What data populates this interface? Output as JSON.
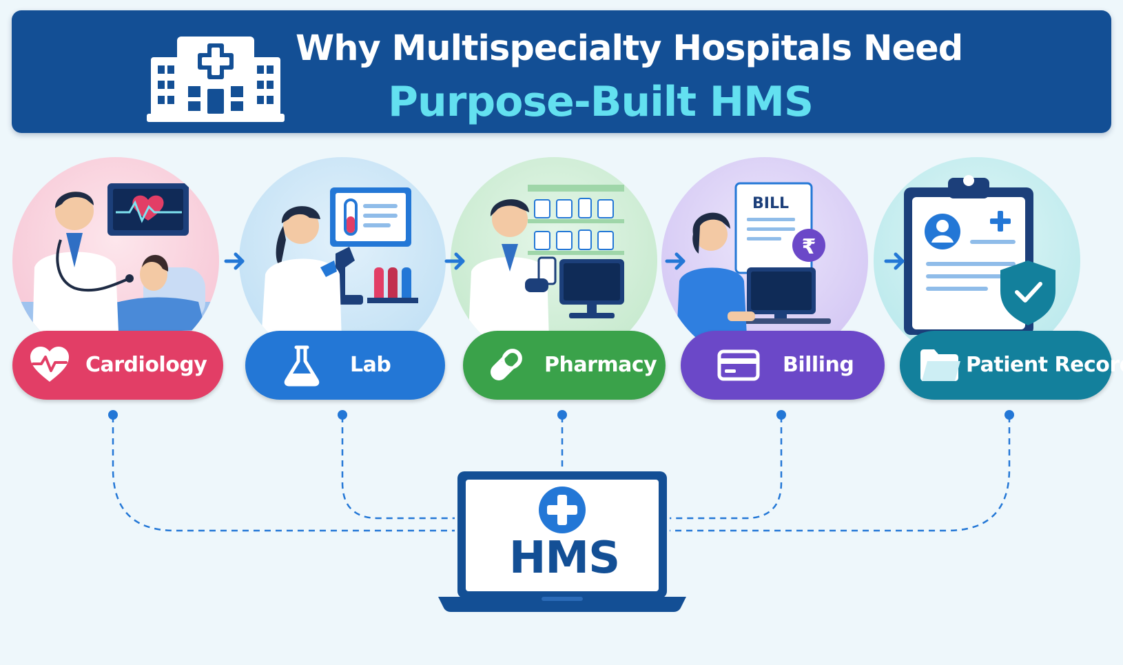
{
  "banner": {
    "title_line1": "Why Multispecialty Hospitals Need",
    "title_line2": "Purpose-Built HMS",
    "icon": "hospital-building-icon",
    "background": "#134f95",
    "accent": "#63e0f0"
  },
  "departments": [
    {
      "label": "Cardiology",
      "icon": "heart-pulse-icon",
      "color": "#e23e66"
    },
    {
      "label": "Lab",
      "icon": "flask-icon",
      "color": "#2377d6"
    },
    {
      "label": "Pharmacy",
      "icon": "capsule-icon",
      "color": "#3aa24a"
    },
    {
      "label": "Billing",
      "icon": "credit-card-icon",
      "color": "#6b48c8"
    },
    {
      "label": "Patient Record",
      "icon": "folder-icon",
      "color": "#13809c"
    }
  ],
  "illustrations": {
    "bill_heading": "BILL",
    "currency_symbol": "₹"
  },
  "hub": {
    "label": "HMS",
    "icon": "medical-cross-icon"
  }
}
